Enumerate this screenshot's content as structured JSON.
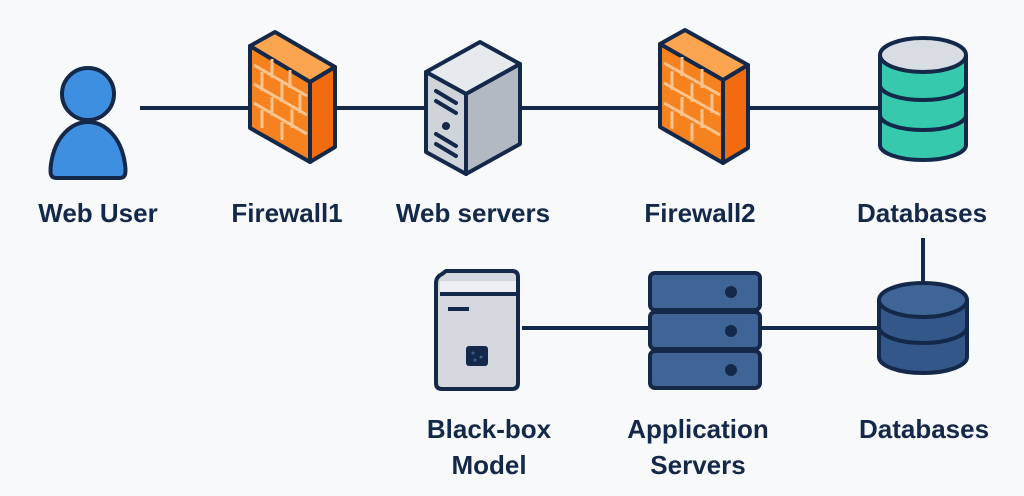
{
  "diagram": {
    "colors": {
      "outline": "#14284a",
      "user": "#3f8fe0",
      "firewall_front": "#f5821f",
      "firewall_top": "#fba550",
      "firewall_side": "#f26b0f",
      "server_gray": "#c9ced6",
      "db_teal": "#36c9ad",
      "db_cap": "#d8dde3",
      "navy": "#3a5f8f"
    },
    "nodes": [
      {
        "id": "web-user",
        "label": "Web User",
        "icon": "user-icon"
      },
      {
        "id": "firewall1",
        "label": "Firewall1",
        "icon": "firewall-icon"
      },
      {
        "id": "web-servers",
        "label": "Web servers",
        "icon": "server-tower-icon"
      },
      {
        "id": "firewall2",
        "label": "Firewall2",
        "icon": "firewall-icon"
      },
      {
        "id": "databases-top",
        "label": "Databases",
        "icon": "database-icon"
      },
      {
        "id": "blackbox-model",
        "label_line1": "Black-box",
        "label_line2": "Model",
        "icon": "blackbox-server-icon"
      },
      {
        "id": "application-servers",
        "label_line1": "Application",
        "label_line2": "Servers",
        "icon": "server-rack-icon"
      },
      {
        "id": "databases-bottom",
        "label": "Databases",
        "icon": "database-icon"
      }
    ],
    "edges": [
      {
        "from": "web-user",
        "to": "firewall1"
      },
      {
        "from": "firewall1",
        "to": "web-servers"
      },
      {
        "from": "web-servers",
        "to": "firewall2"
      },
      {
        "from": "firewall2",
        "to": "databases-top"
      },
      {
        "from": "databases-top",
        "to": "databases-bottom"
      },
      {
        "from": "blackbox-model",
        "to": "application-servers"
      },
      {
        "from": "application-servers",
        "to": "databases-bottom"
      }
    ]
  }
}
